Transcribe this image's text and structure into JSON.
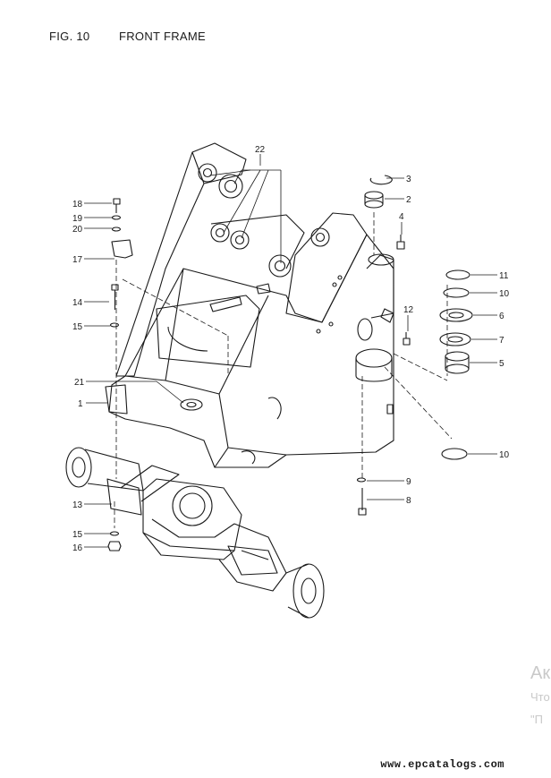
{
  "header": {
    "fig_label": "FIG. 10",
    "title": "FRONT FRAME"
  },
  "callouts": [
    {
      "id": "c3",
      "label": "3"
    },
    {
      "id": "c2",
      "label": "2"
    },
    {
      "id": "c4",
      "label": "4"
    },
    {
      "id": "c22",
      "label": "22"
    },
    {
      "id": "c18",
      "label": "18"
    },
    {
      "id": "c19",
      "label": "19"
    },
    {
      "id": "c20",
      "label": "20"
    },
    {
      "id": "c17",
      "label": "17"
    },
    {
      "id": "c14",
      "label": "14"
    },
    {
      "id": "c15a",
      "label": "15"
    },
    {
      "id": "c21",
      "label": "21"
    },
    {
      "id": "c1",
      "label": "1"
    },
    {
      "id": "c11",
      "label": "11"
    },
    {
      "id": "c10a",
      "label": "10"
    },
    {
      "id": "c6",
      "label": "6"
    },
    {
      "id": "c7",
      "label": "7"
    },
    {
      "id": "c5",
      "label": "5"
    },
    {
      "id": "c12",
      "label": "12"
    },
    {
      "id": "c10b",
      "label": "10"
    },
    {
      "id": "c9",
      "label": "9"
    },
    {
      "id": "c8",
      "label": "8"
    },
    {
      "id": "c13",
      "label": "13"
    },
    {
      "id": "c15b",
      "label": "15"
    },
    {
      "id": "c16",
      "label": "16"
    }
  ],
  "watermark": {
    "line1": "Ак",
    "line2": "Что",
    "line3": "\"П"
  },
  "footer": {
    "site": "www.epcatalogs.com"
  }
}
